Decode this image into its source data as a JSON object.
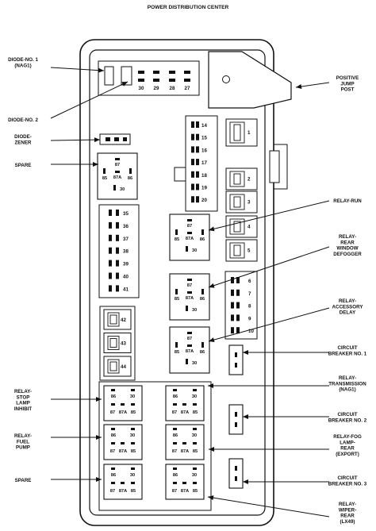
{
  "title": "POWER DISTRIBUTION CENTER",
  "left_labels": [
    [
      "DIODE-NO. 1",
      "(NAG1)"
    ],
    [
      "DIODE-NO. 2"
    ],
    [
      "DIODE-",
      "ZENER"
    ],
    [
      "SPARE"
    ],
    [
      "RELAY-",
      "STOP",
      "LAMP",
      "INHIBIT"
    ],
    [
      "RELAY-",
      "FUEL",
      "PUMP"
    ],
    [
      "SPARE"
    ]
  ],
  "right_labels": [
    [
      "POSITIVE",
      "JUMP",
      "POST"
    ],
    [
      "RELAY-RUN"
    ],
    [
      "RELAY-",
      "REAR",
      "WINDOW",
      "DEFOGGER"
    ],
    [
      "RELAY-",
      "ACCESSORY",
      "DELAY"
    ],
    [
      "CIRCUIT",
      "BREAKER NO. 1"
    ],
    [
      "RELAY-",
      "TRANSMISSION",
      "(NAG1)"
    ],
    [
      "CIRCUIT",
      "BREAKER NO. 2"
    ],
    [
      "RELAY-FOG",
      "LAMP-",
      "REAR",
      "(EXPORT)"
    ],
    [
      "CIRCUIT",
      "BREAKER NO. 3"
    ],
    [
      "RELAY-",
      "WIPER-",
      "REAR",
      "(LX49)"
    ]
  ],
  "top_fuses": [
    "30",
    "29",
    "28",
    "27"
  ],
  "mini_fuses_mid": [
    "14",
    "15",
    "16",
    "17",
    "18",
    "19",
    "20"
  ],
  "mini_fuses_left": [
    "35",
    "36",
    "37",
    "38",
    "39",
    "40",
    "41"
  ],
  "mini_fuses_right": [
    "6",
    "7",
    "8",
    "9",
    "10"
  ],
  "cartridge_right": [
    "1",
    "2",
    "3",
    "4",
    "5"
  ],
  "cartridge_left": [
    "42",
    "43",
    "44"
  ],
  "relay_pins": {
    "top": "87",
    "left": "85",
    "mid": "87A",
    "right": "86",
    "bottom": "30"
  },
  "relay_pins_small": {
    "a": "86",
    "b": "30",
    "c": "87",
    "d": "87A",
    "e": "85"
  }
}
